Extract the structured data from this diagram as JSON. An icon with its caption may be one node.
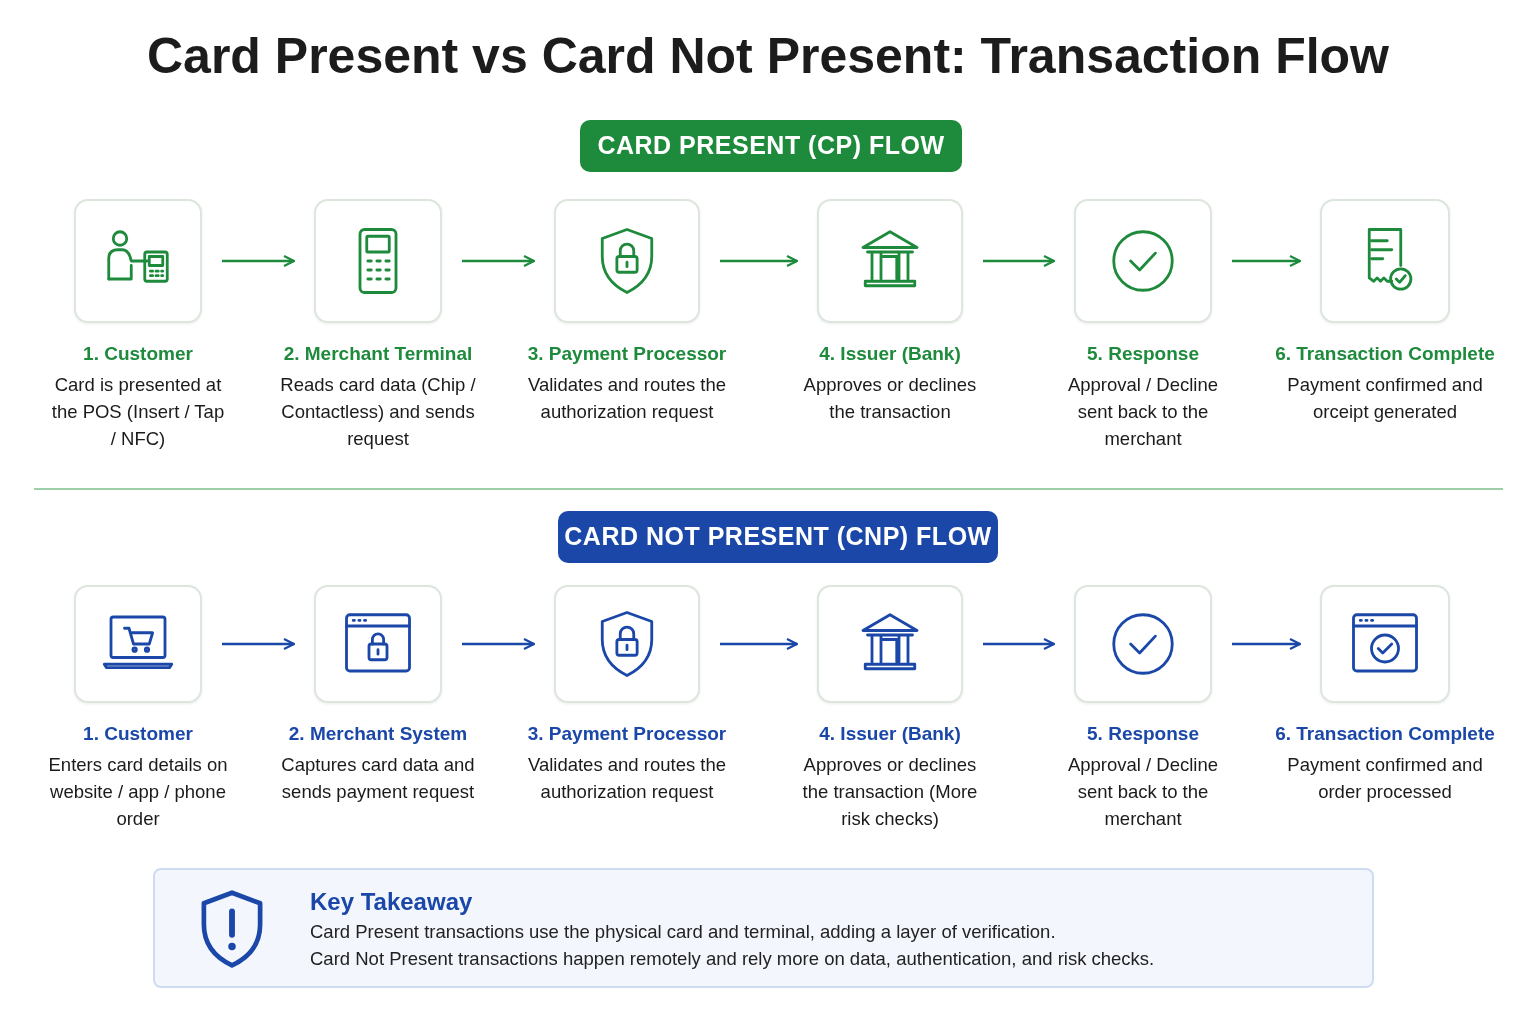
{
  "diagram": {
    "title": "Card Present vs Card Not Present: Transaction Flow",
    "nodes": [
      {
        "text": [
          "CARD PRESENT (CP) FLOW"
        ]
      },
      {
        "text": [
          "1. Customer",
          "Card is presented at the POS (Insert / Tap / NFC)"
        ]
      },
      {
        "text": [
          "2. Merchant Terminal",
          "Reads card data (Chip / Contactless) and sends request"
        ]
      },
      {
        "text": [
          "3. Payment Processor",
          "Validates and routes the authorization request"
        ]
      },
      {
        "text": [
          "4. Issuer (Bank)",
          "Approves or declines the transaction"
        ]
      },
      {
        "text": [
          "5. Response",
          "Approval / Decline sent back to the merchant"
        ]
      },
      {
        "text": [
          "6. Transaction Complete",
          "Payment confirmed and orceipt generated"
        ]
      },
      {
        "text": [
          "CARD NOT PRESENT (CNP) FLOW"
        ]
      },
      {
        "text": [
          "1. Customer",
          "Enters card details on website / app / phone order"
        ]
      },
      {
        "text": [
          "2. Merchant System",
          "Captures card data and sends payment request"
        ]
      },
      {
        "text": [
          "3. Payment Processor",
          "Validates and routes the authorization request"
        ]
      },
      {
        "text": [
          "4. Issuer (Bank)",
          "Approves or declines the transaction (More risk checks)"
        ]
      },
      {
        "text": [
          "5. Response",
          "Approval / Decline sent back to the merchant"
        ]
      },
      {
        "text": [
          "6. Transaction Complete",
          "Payment confirmed and order processed"
        ]
      },
      {
        "text": [
          "Key Takeaway",
          "Card Present transactions use the physical card and terminal, adding a layer of verification.",
          "Card Not Present transactions happen remotely and rely more on data, authentication, and risk checks."
        ]
      }
    ],
    "edges": [
      {
        "from": 1,
        "to": 2,
        "arrow": "to",
        "color": "#1e8a3c"
      },
      {
        "from": 2,
        "to": 3,
        "arrow": "to",
        "color": "#1e8a3c"
      },
      {
        "from": 3,
        "to": 4,
        "arrow": "to",
        "color": "#1e8a3c"
      },
      {
        "from": 4,
        "to": 5,
        "arrow": "to",
        "color": "#1e8a3c"
      },
      {
        "from": 5,
        "to": 6,
        "arrow": "to",
        "color": "#1e8a3c"
      },
      {
        "from": 8,
        "to": 9,
        "arrow": "to",
        "color": "#1a47a8"
      },
      {
        "from": 9,
        "to": 10,
        "arrow": "to",
        "color": "#1a47a8"
      },
      {
        "from": 10,
        "to": 11,
        "arrow": "to",
        "color": "#1a47a8"
      },
      {
        "from": 11,
        "to": 12,
        "arrow": "to",
        "color": "#1a47a8"
      },
      {
        "from": 12,
        "to": 13,
        "arrow": "to",
        "color": "#1a47a8"
      }
    ]
  }
}
